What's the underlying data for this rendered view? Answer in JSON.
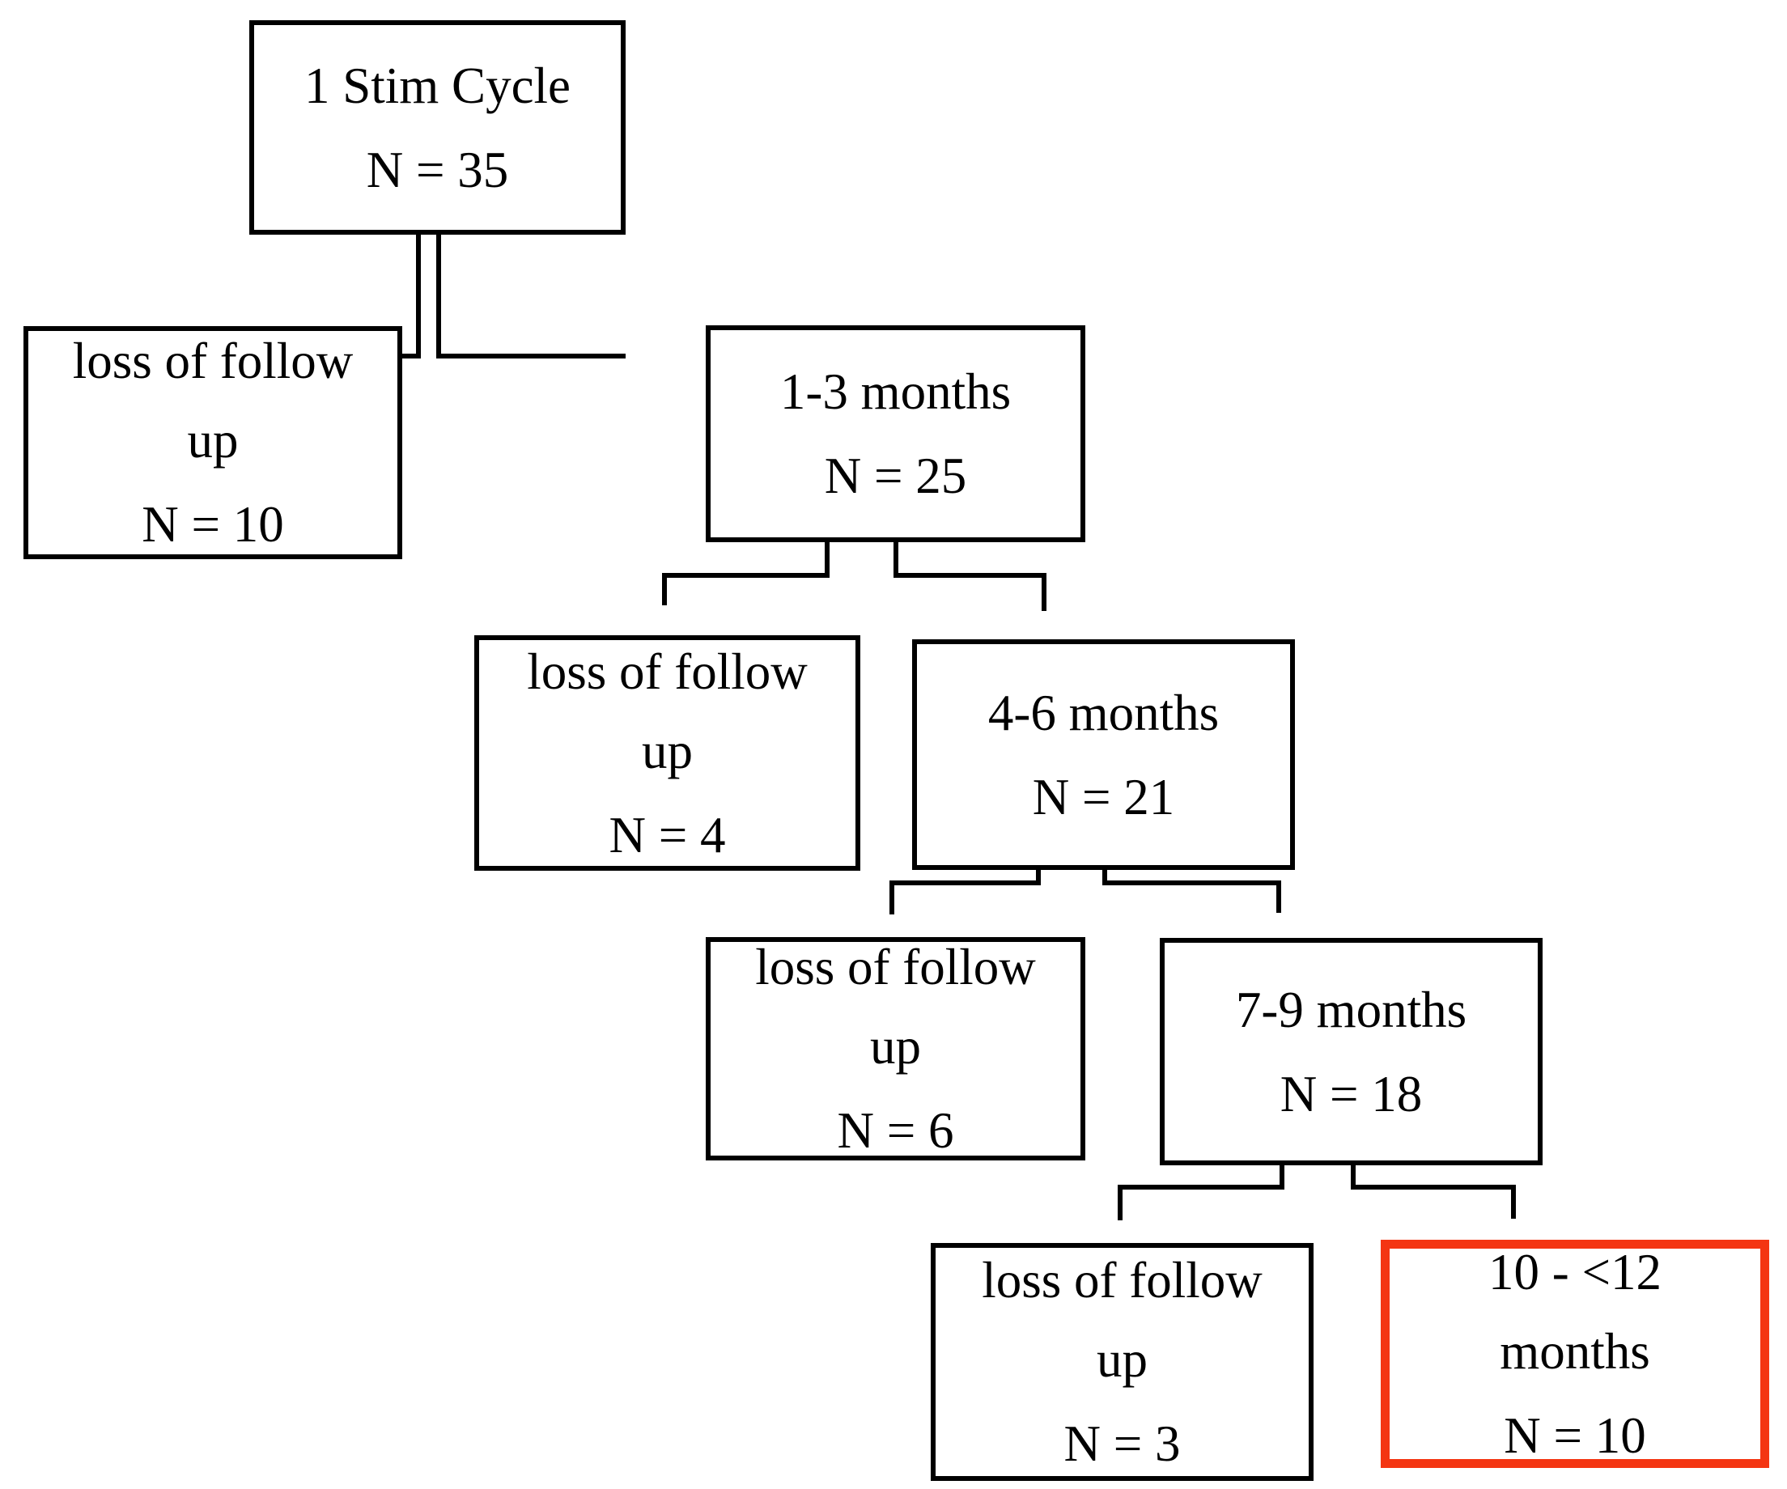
{
  "figure": {
    "type": "flowchart",
    "description": "Follow-up attrition flow diagram",
    "background_color": "#ffffff",
    "line_color": "#000000",
    "highlight_color": "#f43512"
  },
  "nodes": [
    {
      "id": "stim-cycle",
      "label": "1 Stim Cycle",
      "n": "N = 35",
      "highlighted": false
    },
    {
      "id": "loss-1",
      "label": "loss of follow\nup",
      "n": "N = 10",
      "highlighted": false
    },
    {
      "id": "months-1-3",
      "label": "1-3 months",
      "n": "N = 25",
      "highlighted": false
    },
    {
      "id": "loss-2",
      "label": "loss of follow\nup",
      "n": "N = 4",
      "highlighted": false
    },
    {
      "id": "months-4-6",
      "label": "4-6 months",
      "n": "N = 21",
      "highlighted": false
    },
    {
      "id": "loss-3",
      "label": "loss of follow\nup",
      "n": "N = 6",
      "highlighted": false
    },
    {
      "id": "months-7-9",
      "label": "7-9 months",
      "n": "N = 18",
      "highlighted": false
    },
    {
      "id": "loss-4",
      "label": "loss of follow\nup",
      "n": "N = 3",
      "highlighted": false
    },
    {
      "id": "months-10-12",
      "label": "10 - <12\nmonths",
      "n": "N = 10",
      "highlighted": true
    }
  ],
  "edges": [
    {
      "from": "stim-cycle",
      "to": "loss-1"
    },
    {
      "from": "stim-cycle",
      "to": "months-1-3"
    },
    {
      "from": "months-1-3",
      "to": "loss-2"
    },
    {
      "from": "months-1-3",
      "to": "months-4-6"
    },
    {
      "from": "months-4-6",
      "to": "loss-3"
    },
    {
      "from": "months-4-6",
      "to": "months-7-9"
    },
    {
      "from": "months-7-9",
      "to": "loss-4"
    },
    {
      "from": "months-7-9",
      "to": "months-10-12"
    }
  ]
}
